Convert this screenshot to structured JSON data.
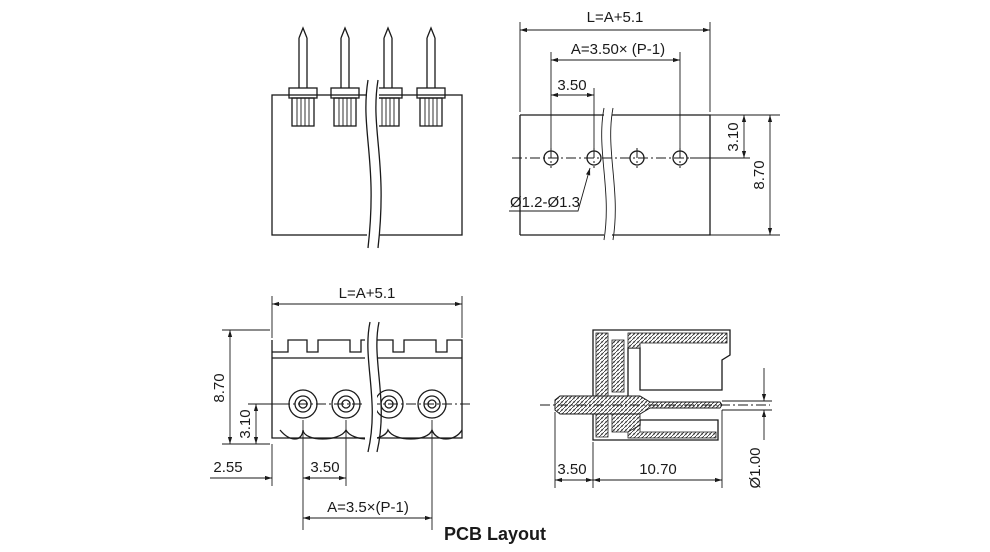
{
  "top_right_view": {
    "dim_length": "L=A+5.1",
    "dim_span": "A=3.50× (P-1)",
    "dim_pitch": "3.50",
    "dim_hole_offset": "3.10",
    "dim_height": "8.70",
    "hole_diameter": "Ø1.2-Ø1.3"
  },
  "front_view": {
    "dim_length": "L=A+5.1",
    "dim_height": "8.70",
    "dim_pin_height": "3.10",
    "dim_edge": "2.55",
    "dim_pitch": "3.50",
    "dim_span": "A=3.5×(P-1)"
  },
  "side_view": {
    "dim_offset": "3.50",
    "dim_depth": "10.70",
    "dim_pin_diameter": "Ø1.00"
  },
  "caption": "PCB Layout"
}
